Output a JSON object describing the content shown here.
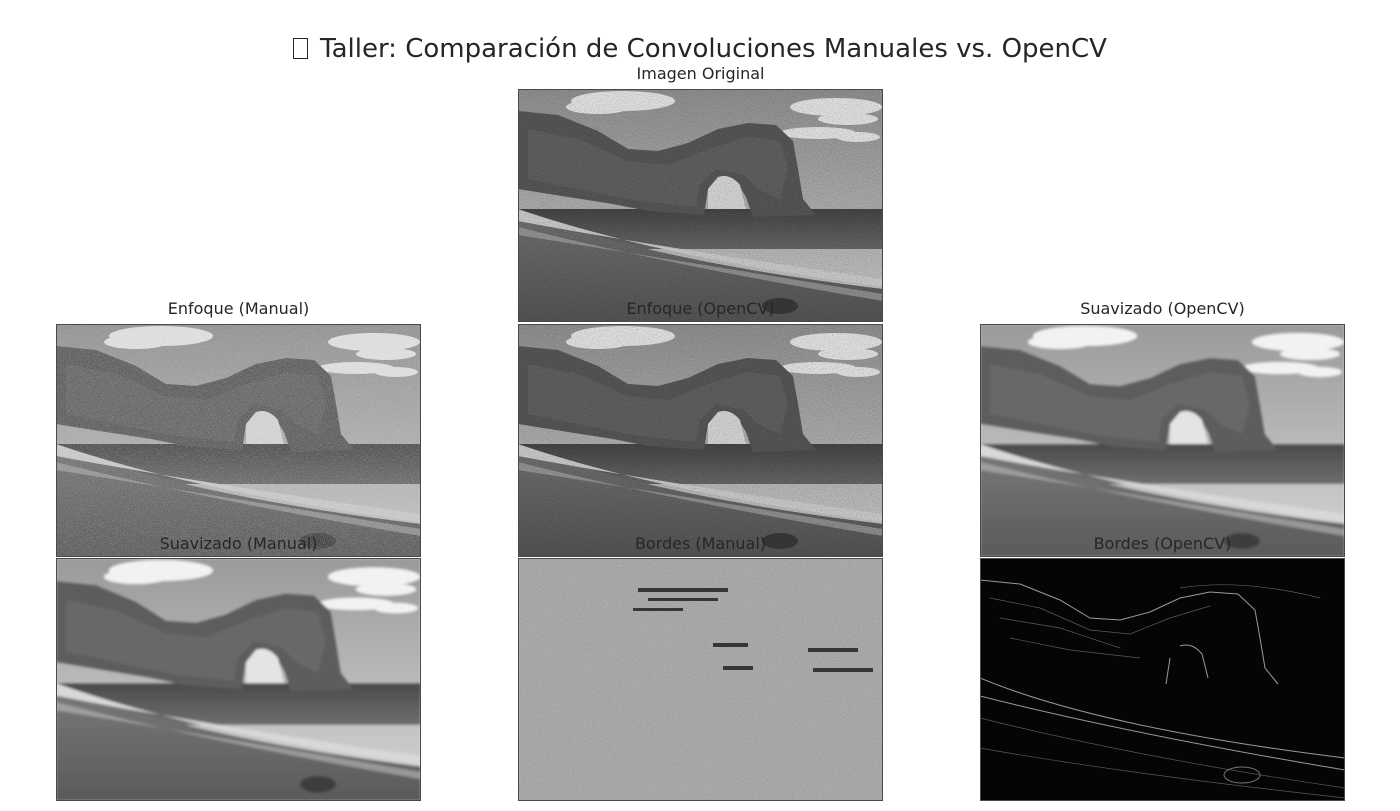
{
  "figure": {
    "title": "Taller: Comparación de Convoluciones Manuales vs. OpenCV",
    "title_icon": "missing-glyph-box"
  },
  "panels": {
    "original": "Imagen Original",
    "enfoque_manual": "Enfoque (Manual)",
    "enfoque_opencv": "Enfoque (OpenCV)",
    "suavizado_opencv": "Suavizado (OpenCV)",
    "suavizado_manual": "Suavizado (Manual)",
    "bordes_manual": "Bordes (Manual)",
    "bordes_opencv": "Bordes (OpenCV)"
  }
}
